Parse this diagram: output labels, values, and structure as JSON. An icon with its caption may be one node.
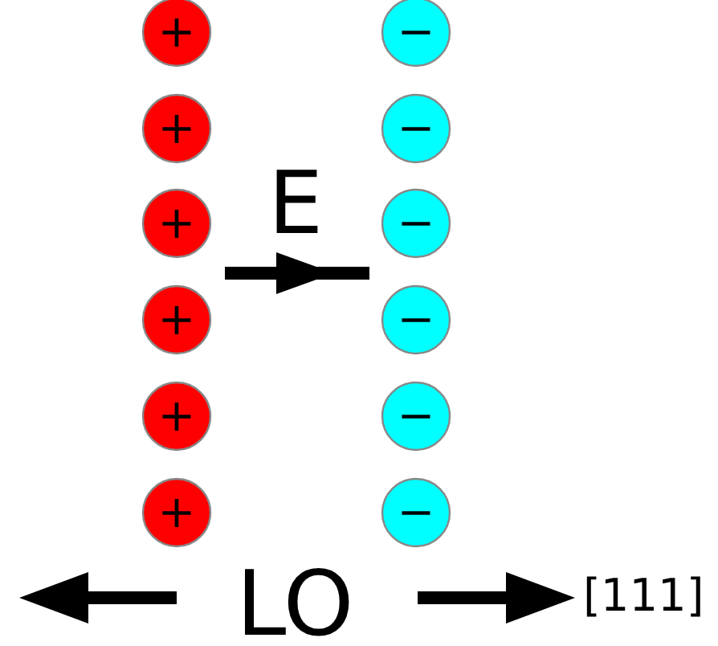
{
  "diagram": {
    "nodes": [
      {
        "text": [
          "+"
        ]
      },
      {
        "text": [
          "−"
        ]
      },
      {
        "text": [
          "+"
        ]
      },
      {
        "text": [
          "−"
        ]
      },
      {
        "text": [
          "+"
        ]
      },
      {
        "text": [
          "−"
        ]
      },
      {
        "text": [
          "+"
        ]
      },
      {
        "text": [
          "−"
        ]
      },
      {
        "text": [
          "+"
        ]
      },
      {
        "text": [
          "−"
        ]
      },
      {
        "text": [
          "+"
        ]
      },
      {
        "text": [
          "−"
        ]
      }
    ],
    "edges": [],
    "labels": [
      "E",
      "LO",
      "[111]"
    ]
  }
}
